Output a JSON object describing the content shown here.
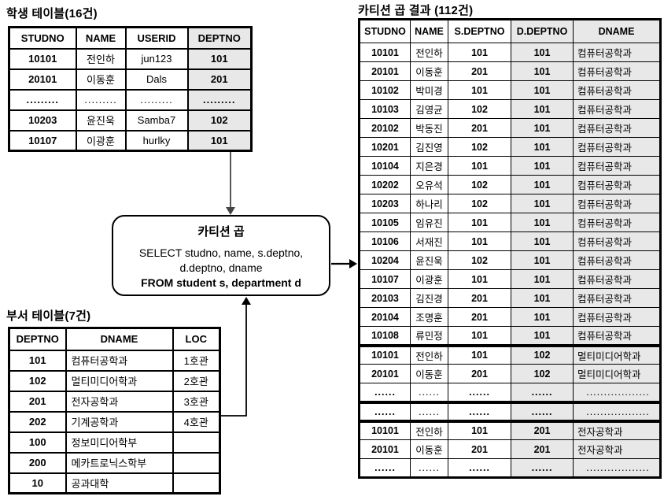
{
  "student_table": {
    "title": "학생 테이블(16건)",
    "headers": [
      "STUDNO",
      "NAME",
      "USERID",
      "DEPTNO"
    ],
    "rows": [
      [
        "10101",
        "전인하",
        "jun123",
        "101"
      ],
      [
        "20101",
        "이동훈",
        "Dals",
        "201"
      ],
      [
        ".........",
        ".........",
        ".........",
        "........."
      ],
      [
        "10203",
        "윤진욱",
        "Samba7",
        "102"
      ],
      [
        "10107",
        "이광훈",
        "hurlky",
        "101"
      ]
    ]
  },
  "department_table": {
    "title": "부서 테이블(7건)",
    "headers": [
      "DEPTNO",
      "DNAME",
      "LOC"
    ],
    "rows": [
      [
        "101",
        "컴퓨터공학과",
        "1호관"
      ],
      [
        "102",
        "멀티미디어학과",
        "2호관"
      ],
      [
        "201",
        "전자공학과",
        "3호관"
      ],
      [
        "202",
        "기계공학과",
        "4호관"
      ],
      [
        "100",
        "정보미디어학부",
        ""
      ],
      [
        "200",
        "메카트로닉스학부",
        ""
      ],
      [
        "10",
        "공과대학",
        ""
      ]
    ]
  },
  "operation_box": {
    "title": "카티션 곱",
    "sql_line1": "SELECT studno, name, s.deptno,",
    "sql_line2": "d.deptno, dname",
    "sql_line3": "FROM student s, department d"
  },
  "result_table": {
    "title": "카티션 곱 결과 (112건)",
    "headers": [
      "STUDNO",
      "NAME",
      "S.DEPTNO",
      "D.DEPTNO",
      "DNAME"
    ],
    "row_groups": [
      {
        "rows": [
          [
            "10101",
            "전인하",
            "101",
            "101",
            "컴퓨터공학과"
          ],
          [
            "20101",
            "이동훈",
            "201",
            "101",
            "컴퓨터공학과"
          ],
          [
            "10102",
            "박미경",
            "101",
            "101",
            "컴퓨터공학과"
          ],
          [
            "10103",
            "김영균",
            "102",
            "101",
            "컴퓨터공학과"
          ],
          [
            "20102",
            "박동진",
            "201",
            "101",
            "컴퓨터공학과"
          ],
          [
            "10201",
            "김진영",
            "102",
            "101",
            "컴퓨터공학과"
          ],
          [
            "10104",
            "지은경",
            "101",
            "101",
            "컴퓨터공학과"
          ],
          [
            "10202",
            "오유석",
            "102",
            "101",
            "컴퓨터공학과"
          ],
          [
            "10203",
            "하나리",
            "102",
            "101",
            "컴퓨터공학과"
          ],
          [
            "10105",
            "임유진",
            "101",
            "101",
            "컴퓨터공학과"
          ],
          [
            "10106",
            "서재진",
            "101",
            "101",
            "컴퓨터공학과"
          ],
          [
            "10204",
            "윤진욱",
            "102",
            "101",
            "컴퓨터공학과"
          ],
          [
            "10107",
            "이광훈",
            "101",
            "101",
            "컴퓨터공학과"
          ],
          [
            "20103",
            "김진경",
            "201",
            "101",
            "컴퓨터공학과"
          ],
          [
            "20104",
            "조명훈",
            "201",
            "101",
            "컴퓨터공학과"
          ],
          [
            "10108",
            "류민정",
            "101",
            "101",
            "컴퓨터공학과"
          ]
        ]
      },
      {
        "rows": [
          [
            "10101",
            "전인하",
            "101",
            "102",
            "멀티미디어학과"
          ],
          [
            "20101",
            "이동훈",
            "201",
            "102",
            "멀티미디어학과"
          ],
          [
            "......",
            "......",
            "......",
            "......",
            ".................."
          ]
        ]
      },
      {
        "rows": [
          [
            "......",
            "......",
            "......",
            "......",
            ".................."
          ]
        ]
      },
      {
        "rows": [
          [
            "10101",
            "전인하",
            "101",
            "201",
            "전자공학과"
          ],
          [
            "20101",
            "이동훈",
            "201",
            "201",
            "전자공학과"
          ],
          [
            "......",
            "......",
            "......",
            "......",
            ".................."
          ]
        ]
      }
    ]
  },
  "colors": {
    "shaded_column": "#e8e8e8",
    "border": "#000000",
    "student_arrow": "#444444"
  }
}
